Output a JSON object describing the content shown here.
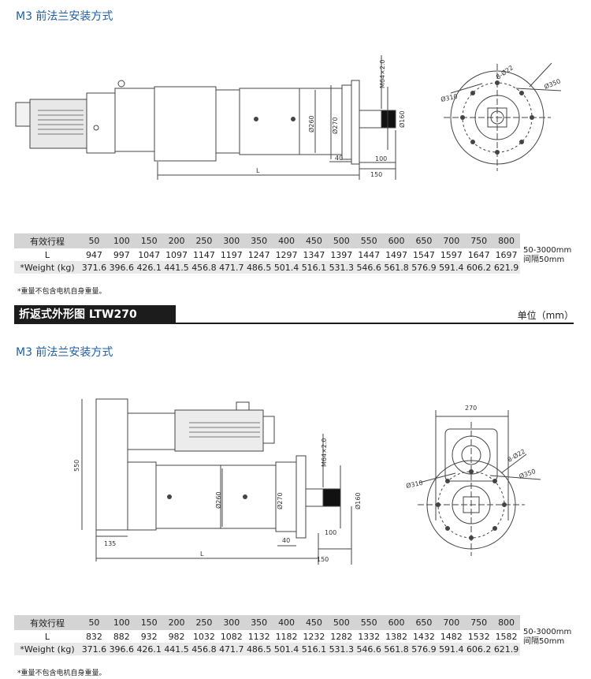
{
  "section1": {
    "heading": "M3 前法兰安装方式",
    "dims": {
      "thread": "M64×2.0",
      "d260": "Ø260",
      "d270": "Ø270",
      "d160": "Ø160",
      "d40": "40",
      "d100": "100",
      "d150": "150",
      "L": "L",
      "holes": "8-Ø22",
      "d310": "Ø310",
      "d350": "Ø350"
    },
    "table": {
      "header_label": "有效行程",
      "strokes": [
        "50",
        "100",
        "150",
        "200",
        "250",
        "300",
        "350",
        "400",
        "450",
        "500",
        "550",
        "600",
        "650",
        "700",
        "750",
        "800"
      ],
      "L_label": "L",
      "L": [
        "947",
        "997",
        "1047",
        "1097",
        "1147",
        "1197",
        "1247",
        "1297",
        "1347",
        "1397",
        "1447",
        "1497",
        "1547",
        "1597",
        "1647",
        "1697"
      ],
      "weight_label": "*Weight (kg)",
      "weight": [
        "371.6",
        "396.6",
        "426.1",
        "441.5",
        "456.8",
        "471.7",
        "486.5",
        "501.4",
        "516.1",
        "531.3",
        "546.6",
        "561.8",
        "576.9",
        "591.4",
        "606.2",
        "621.9"
      ],
      "range_line1": "50-3000mm",
      "range_line2": "间隔50mm"
    },
    "footnote": "*重量不包含电机自身重量。"
  },
  "banner": {
    "title": "折返式外形图  LTW270",
    "unit": "单位（mm）"
  },
  "section2": {
    "heading": "M3 前法兰安装方式",
    "dims": {
      "thread": "M64×2.0",
      "d550": "550",
      "d135": "135",
      "d260": "Ø260",
      "d270": "Ø270",
      "d160": "Ø160",
      "d40": "40",
      "d100": "100",
      "d150": "150",
      "L": "L",
      "w270": "270",
      "holes": "8-Ø22",
      "d310": "Ø310",
      "d350": "Ø350"
    },
    "table": {
      "header_label": "有效行程",
      "strokes": [
        "50",
        "100",
        "150",
        "200",
        "250",
        "300",
        "350",
        "400",
        "450",
        "500",
        "550",
        "600",
        "650",
        "700",
        "750",
        "800"
      ],
      "L_label": "L",
      "L": [
        "832",
        "882",
        "932",
        "982",
        "1032",
        "1082",
        "1132",
        "1182",
        "1232",
        "1282",
        "1332",
        "1382",
        "1432",
        "1482",
        "1532",
        "1582"
      ],
      "weight_label": "*Weight (kg)",
      "weight": [
        "371.6",
        "396.6",
        "426.1",
        "441.5",
        "456.8",
        "471.7",
        "486.5",
        "501.4",
        "516.1",
        "531.3",
        "546.6",
        "561.8",
        "576.9",
        "591.4",
        "606.2",
        "621.9"
      ],
      "range_line1": "50-3000mm",
      "range_line2": "间隔50mm"
    },
    "footnote": "*重量不包含电机自身重量。"
  }
}
